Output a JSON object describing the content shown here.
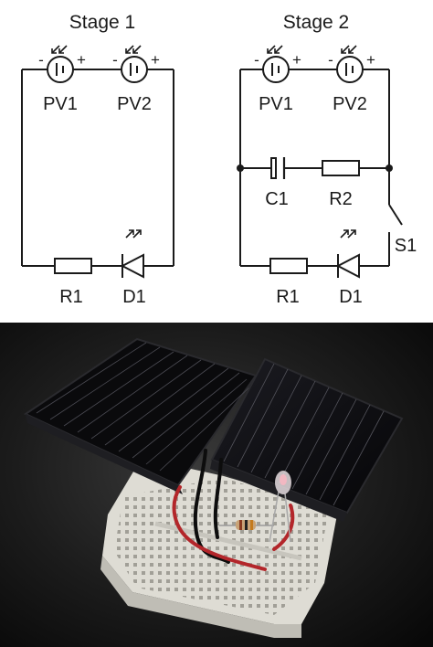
{
  "diagram": {
    "stage1": {
      "title": "Stage 1",
      "pv1": {
        "label": "PV1",
        "minus": "-",
        "plus": "+"
      },
      "pv2": {
        "label": "PV2",
        "minus": "-",
        "plus": "+"
      },
      "r1": "R1",
      "d1": "D1"
    },
    "stage2": {
      "title": "Stage 2",
      "pv1": {
        "label": "PV1",
        "minus": "-",
        "plus": "+"
      },
      "pv2": {
        "label": "PV2",
        "minus": "-",
        "plus": "+"
      },
      "c1": "C1",
      "r2": "R2",
      "s1": "S1",
      "r1": "R1",
      "d1": "D1"
    }
  },
  "photo": {
    "subject": "two-solar-panels-on-breadboard",
    "colors": {
      "background": "#141414",
      "panel": "#0b0b0d",
      "breadboard": "#ecebe4",
      "wire_red": "#b3262a"
    }
  }
}
